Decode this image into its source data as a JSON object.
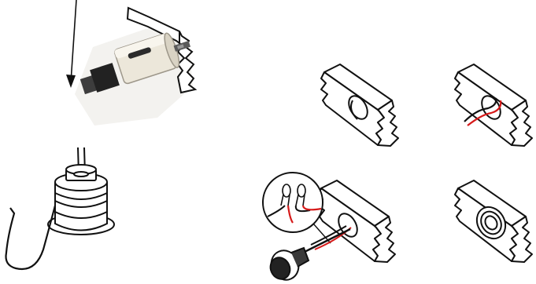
{
  "colors": {
    "line": "#111111",
    "background": "#ffffff",
    "wire_red": "#d61a1a",
    "hole_saw_body": "#efeadf",
    "hole_saw_shadow": "#bdb6a8",
    "drill_bit": "#4a4a4a"
  },
  "panels": [
    {
      "step": "drill-hole-with-hole-saw",
      "icon": "hole-saw-icon"
    },
    {
      "step": "install-detector-body",
      "icon": "detector-icon"
    },
    {
      "step": "board-with-hole",
      "icon": "board-hole-icon"
    },
    {
      "step": "pull-wires-through-hole",
      "icon": "wire-pull-icon"
    },
    {
      "step": "connect-wires",
      "icon": "wire-connect-icon"
    },
    {
      "step": "mounted-detector",
      "icon": "mounted-detector-icon"
    }
  ]
}
